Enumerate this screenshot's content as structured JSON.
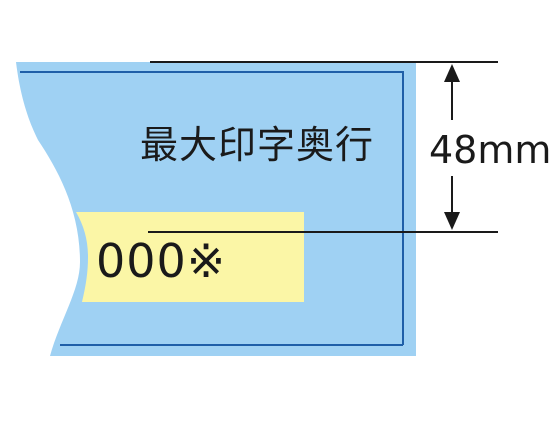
{
  "label_text": "最大印字奥行",
  "dimension_value": "48mm",
  "sample_text": "000※",
  "colors": {
    "panel_fill": "#9fd1f3",
    "panel_border": "#1f5fa8",
    "highlight": "#fbf6a6",
    "line": "#1a1a1a"
  }
}
